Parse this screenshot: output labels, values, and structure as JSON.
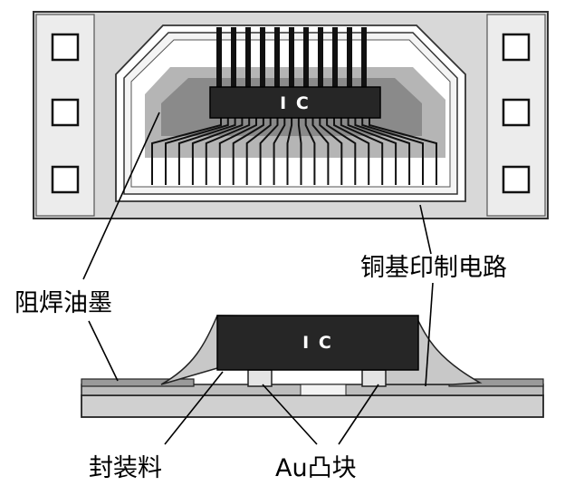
{
  "top_view": {
    "chip_label": "I C",
    "outer_lead_count": 11,
    "inner_lead_count": 22
  },
  "cross_section": {
    "chip_label": "I C"
  },
  "labels": {
    "solder_resist": "阻焊油墨",
    "copper_circuit": "铜基印制电路",
    "encapsulant": "封装料",
    "au_bump": "Au凸块"
  },
  "colors": {
    "film": "#d8d8d8",
    "sprocket_strip": "#ececec",
    "encapsulant_dark": "#8a8a8a",
    "encapsulant_light": "#b5b5b5",
    "chip": "#262626",
    "lead": "#111111"
  }
}
